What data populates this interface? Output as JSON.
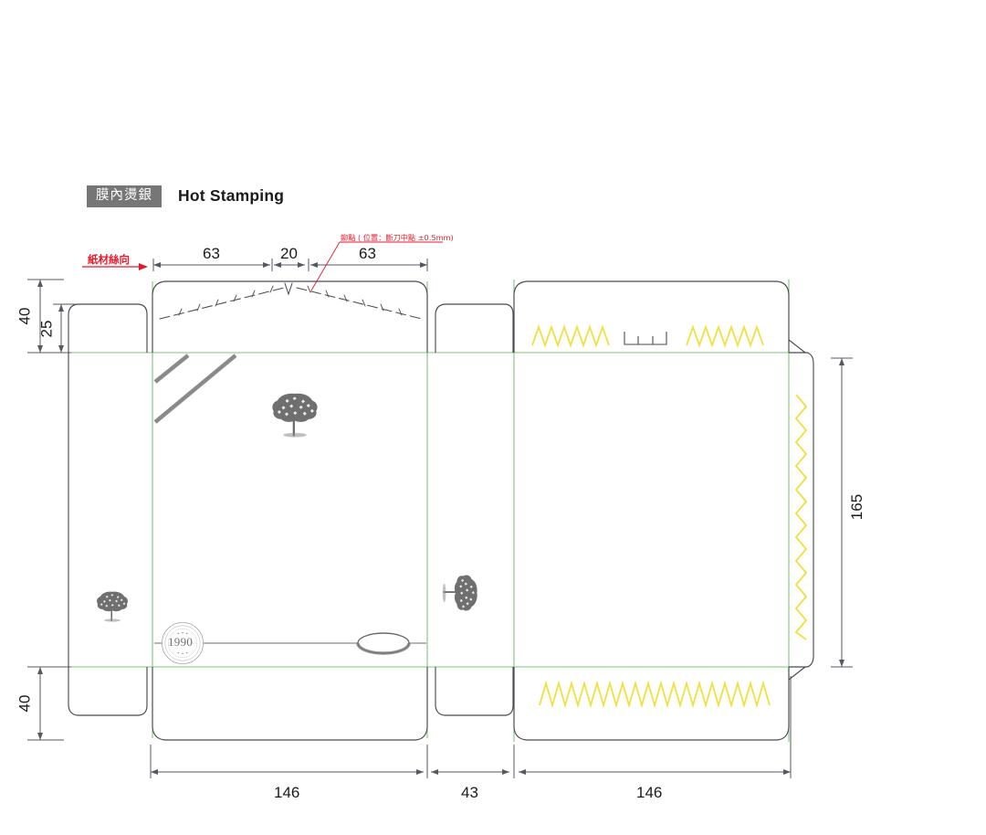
{
  "header": {
    "badge_cn": "膜內燙銀",
    "title_en": "Hot Stamping"
  },
  "annotations": {
    "grain_direction": "紙材絲向",
    "rivet_note": "鉚點 ( 位置：斷刀中點 ±0.5mm)"
  },
  "dimensions": {
    "top": [
      {
        "label": "63"
      },
      {
        "label": "20"
      },
      {
        "label": "63"
      }
    ],
    "left_upper": [
      {
        "label": "40"
      },
      {
        "label": "25"
      }
    ],
    "left_lower": [
      {
        "label": "40"
      }
    ],
    "right": [
      {
        "label": "165"
      }
    ],
    "bottom": [
      {
        "label": "146"
      },
      {
        "label": "43"
      },
      {
        "label": "146"
      }
    ]
  },
  "artwork": {
    "seal_year": "1990",
    "tree_count": 3,
    "seal_count": 1
  },
  "colors": {
    "cut_line": "#4a4a52",
    "crease_line": "#7fc47f",
    "glue_zigzag": "#f0e040",
    "annotation_red": "#e8192c",
    "logo_gray": "#6f6f6f",
    "badge_gray": "#767676",
    "dim_line": "#555a60"
  }
}
